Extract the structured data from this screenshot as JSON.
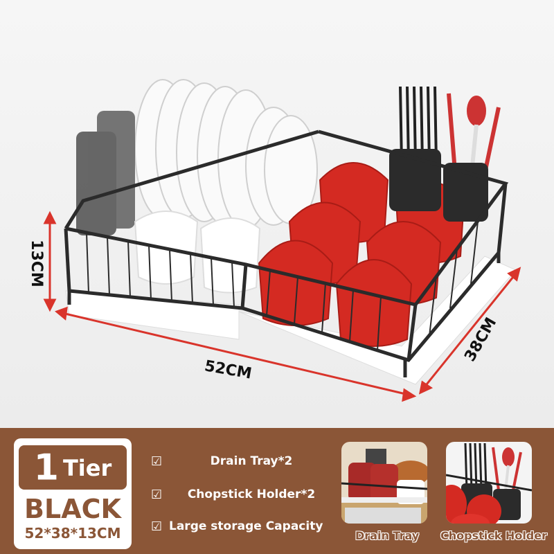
{
  "product": {
    "dimensions": {
      "height": "13CM",
      "width": "52CM",
      "depth": "38CM"
    }
  },
  "info_panel": {
    "tier_number": "1",
    "tier_label": "Tier",
    "color": "BLACK",
    "size": "52*38*13CM",
    "features": [
      {
        "icon": "checkbox-icon",
        "check": "☑",
        "label": "Drain Tray*2"
      },
      {
        "icon": "checkbox-icon",
        "check": "☑",
        "label": "Chopstick Holder*2"
      },
      {
        "icon": "checkbox-icon",
        "check": "☑",
        "label": "Large storage Capacity"
      }
    ],
    "thumbnails": [
      {
        "caption": "Drain Tray"
      },
      {
        "caption": "Chopstick Holder"
      }
    ]
  },
  "colors": {
    "brand_brown": "#8b5637",
    "bowl_red": "#d42a22",
    "rack_black": "#2b2b2b",
    "arrow_red": "#d9342b"
  }
}
